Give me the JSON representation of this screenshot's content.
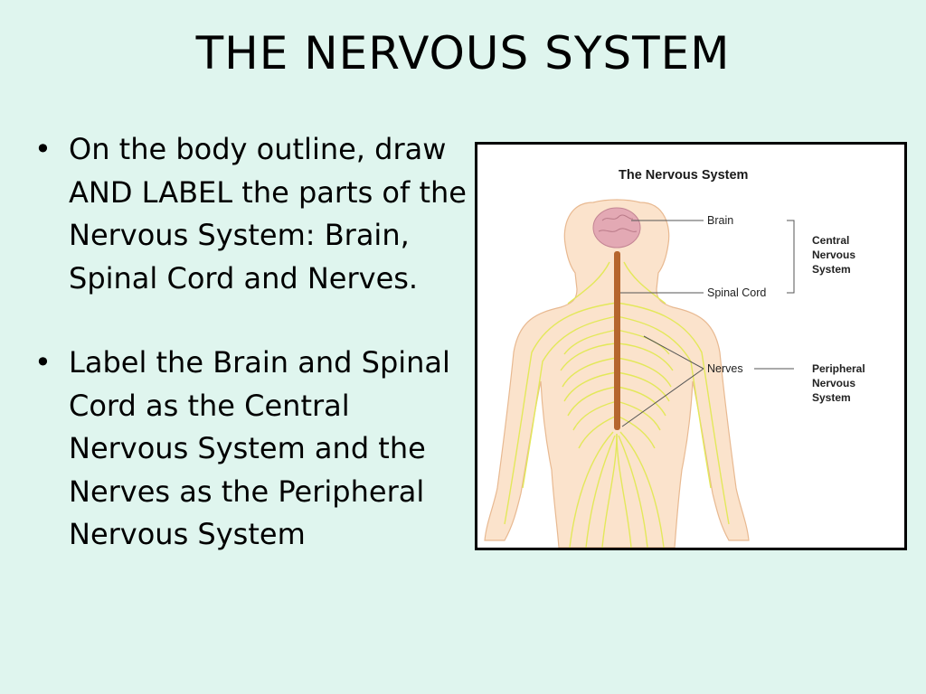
{
  "slide": {
    "title": "THE NERVOUS SYSTEM",
    "bullets": [
      "On the body outline, draw AND LABEL the parts of the Nervous System:  Brain, Spinal Cord and Nerves.",
      "Label the Brain and Spinal Cord as the Central Nervous System and the Nerves as the Peripheral Nervous System"
    ],
    "bullet_marker": "•",
    "background_color": "#dff5ee"
  },
  "figure": {
    "title": "The Nervous System",
    "labels": {
      "brain": "Brain",
      "spinal_cord": "Spinal Cord",
      "nerves": "Nerves"
    },
    "groups": {
      "central": [
        "Central",
        "Nervous",
        "System"
      ],
      "peripheral": [
        "Peripheral",
        "Nervous",
        "System"
      ]
    },
    "colors": {
      "skin": "#fbe3cc",
      "skin_outline": "#e8b991",
      "brain": "#e3a9b4",
      "spinal_cord": "#b5652d",
      "nerves": "#e3e85a"
    }
  }
}
